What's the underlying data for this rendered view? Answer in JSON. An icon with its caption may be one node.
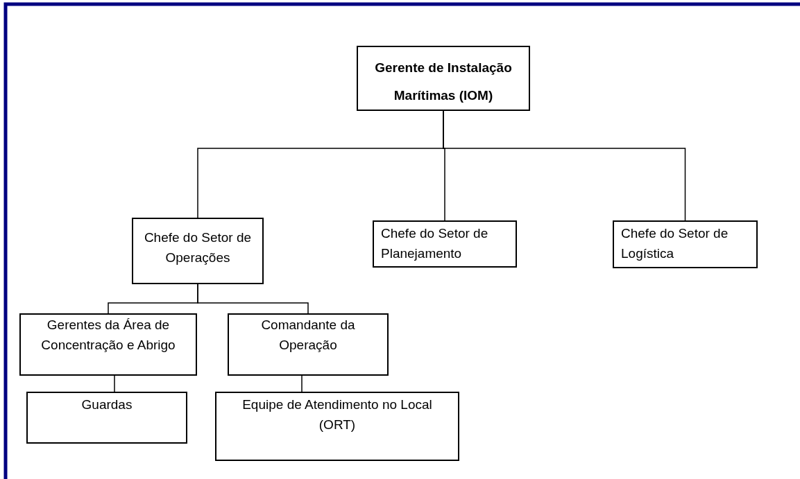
{
  "diagram": {
    "nodes": [
      {
        "text": [
          "Gerente de Instalação Marítimas (IOM)"
        ]
      },
      {
        "text": [
          "Chefe do Setor de Operações"
        ]
      },
      {
        "text": [
          "Chefe do Setor de Planejamento"
        ]
      },
      {
        "text": [
          "Chefe do Setor de Logística"
        ]
      },
      {
        "text": [
          "Gerentes da Área de Concentração e Abrigo"
        ]
      },
      {
        "text": [
          "Comandante da Operação"
        ]
      },
      {
        "text": [
          "Guardas"
        ]
      },
      {
        "text": [
          "Equipe de Atendimento no Local (ORT)"
        ]
      }
    ],
    "edges": [
      {
        "from": 0,
        "to": 1,
        "arrow": "none"
      },
      {
        "from": 0,
        "to": 2,
        "arrow": "none"
      },
      {
        "from": 0,
        "to": 3,
        "arrow": "none"
      },
      {
        "from": 1,
        "to": 4,
        "arrow": "none"
      },
      {
        "from": 1,
        "to": 5,
        "arrow": "none"
      },
      {
        "from": 4,
        "to": 6,
        "arrow": "none"
      },
      {
        "from": 5,
        "to": 7,
        "arrow": "none"
      }
    ]
  }
}
